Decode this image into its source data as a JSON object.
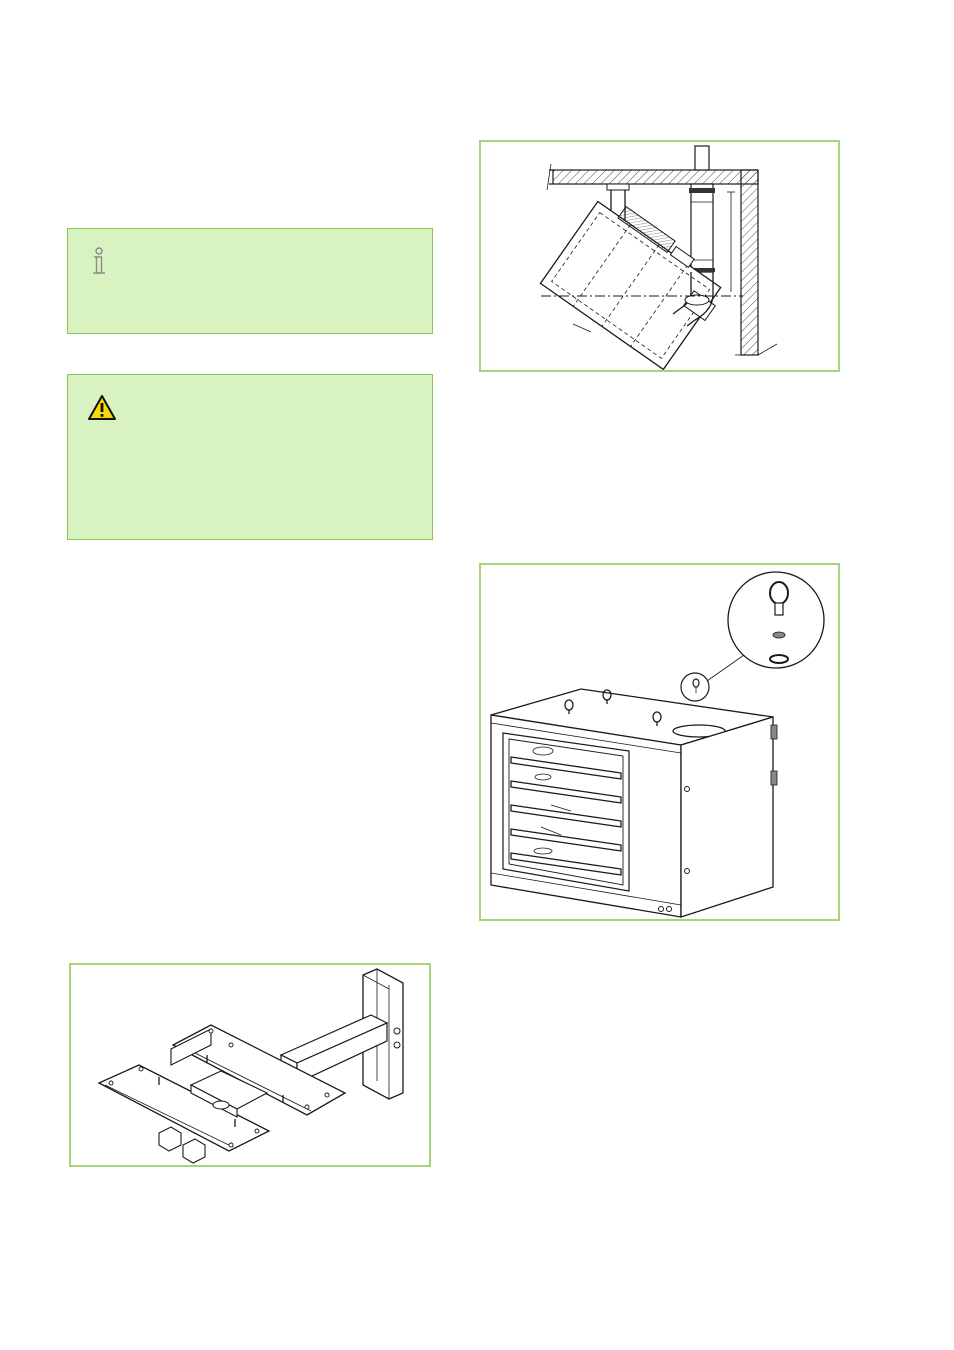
{
  "page": {
    "background": "#ffffff"
  },
  "colors": {
    "note_fill": "#d9f2c2",
    "note_border": "#8cc35a",
    "frame_border": "#a6d578",
    "warning_yellow": "#f5d90a"
  },
  "icons": {
    "info": "info-icon",
    "warning": "warning-triangle-icon"
  },
  "figures": {
    "ceiling_tilt": "ceiling-mounted-tilted-heater-drawing",
    "bracket": "wall-bracket-drawing",
    "heater_eyebolt": "heater-with-eyebolt-detail-drawing"
  }
}
